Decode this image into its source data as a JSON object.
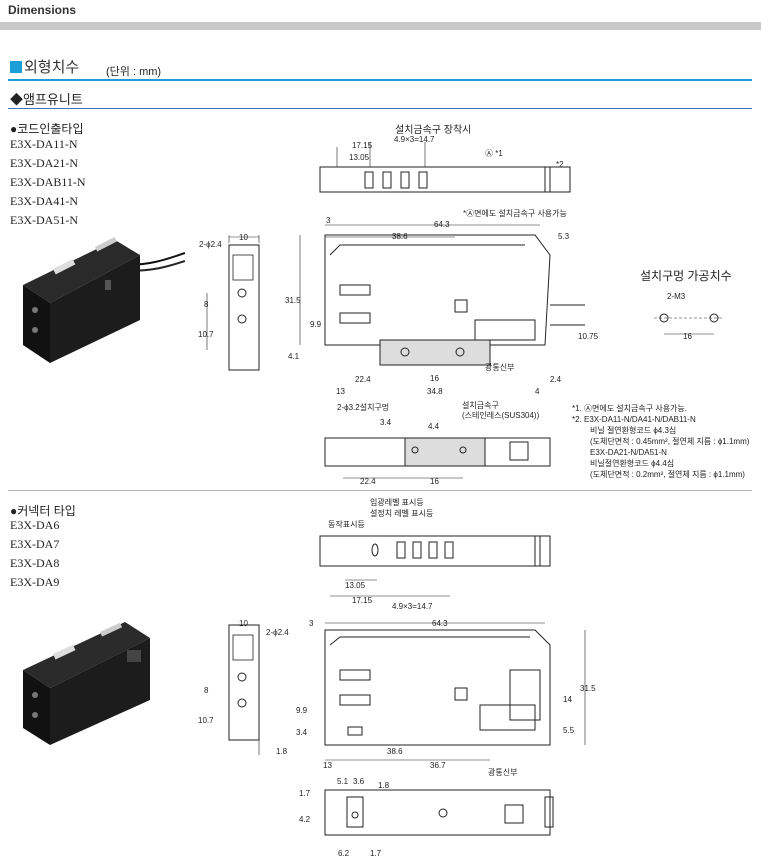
{
  "header": {
    "title": "Dimensions"
  },
  "section": {
    "title": "외형치수",
    "unit": "(단위 : mm)"
  },
  "subsection": {
    "title": "◆앰프유니트"
  },
  "group1": {
    "title": "●코드인출타입",
    "models": [
      "E3X-DA11-N",
      "E3X-DA21-N",
      "E3X-DAB11-N",
      "E3X-DA41-N",
      "E3X-DA51-N"
    ]
  },
  "group2": {
    "title": "●커넥터 타입",
    "models": [
      "E3X-DA6",
      "E3X-DA7",
      "E3X-DA8",
      "E3X-DA9"
    ]
  },
  "mount_hole": {
    "title": "설치구멍 가공치수",
    "spec": "2-M3",
    "pitch": "16"
  },
  "labels": {
    "bracket_attached": "설치금속구 장착시",
    "A_mark": "Ⓐ *1",
    "star2": "*2",
    "note_A": "*Ⓐ면에도 설치금속구 사용가능",
    "hole_2phi24": "2-ϕ2.4",
    "hole_2phi32": "2-ϕ3.2설치구멍",
    "bracket_sus": "설치금속구",
    "bracket_sus2": "(스테인레스(SUS304))",
    "optical_axis": "광통신부",
    "display_lamps_1": "입광레벨 표시등",
    "display_lamps_2": "설정치 레벨 표시등",
    "operation_lamp": "동작표시등"
  },
  "dims_top": {
    "d1715": "17.15",
    "d1305": "13.05",
    "d49": "4.9×3=14.7",
    "d3": "3",
    "d643": "64.3",
    "d386": "38.6",
    "d53": "5.3",
    "d315": "31.5",
    "d99": "9.9",
    "d41": "4.1",
    "d1075": "10.75",
    "d224": "22.4",
    "d16": "16",
    "d24": "2.4",
    "d13": "13",
    "d348": "34.8",
    "d4": "4",
    "d10": "10",
    "d8": "8",
    "d107": "10.7",
    "d34": "3.4",
    "d44": "4.4"
  },
  "dims_bottom": {
    "d1305": "13.05",
    "d1715": "17.15",
    "d49": "4.9×3=14.7",
    "d3": "3",
    "d643": "64.3",
    "d315": "31.5",
    "d14": "14",
    "d99": "9.9",
    "d34": "3.4",
    "d55": "5.5",
    "d386": "38.6",
    "d13": "13",
    "d367": "36.7",
    "d10": "10",
    "d8": "8",
    "d107": "10.7",
    "d18": "1.8",
    "d51": "5.1",
    "d36": "3.6",
    "d18b": "1.8",
    "d17": "1.7",
    "d42": "4.2",
    "d62": "6.2",
    "d17b": "1.7"
  },
  "notes": [
    "*1. Ⓐ면에도 설치금속구 사용가능.",
    "*2. E3X-DA11-N/DA41-N/DAB11-N",
    "비닐 절연환형코드 ϕ4.3심",
    "(도체단면적 : 0.45mm², 절연체 지름 : ϕ1.1mm)",
    "E3X-DA21-N/DA51-N",
    "비닐절연환형코드 ϕ4.4심",
    "(도체단면적 : 0.2mm², 절연체 지름 : ϕ1.1mm)"
  ],
  "colors": {
    "accent": "#1b9ed6",
    "header_bar": "#c8c8c8"
  }
}
